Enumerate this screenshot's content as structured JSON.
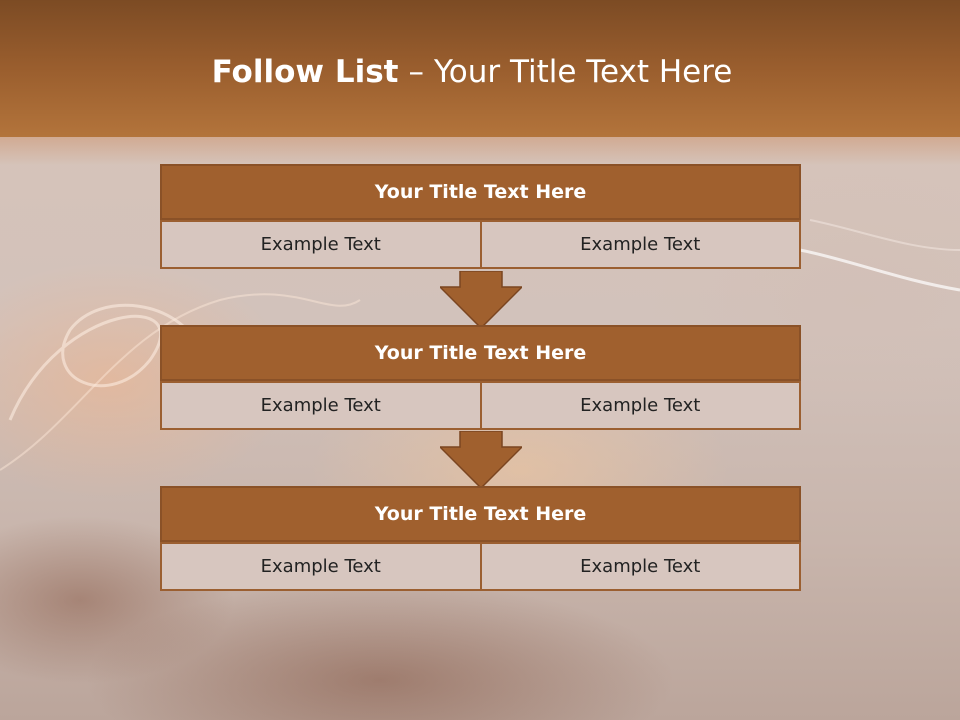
{
  "slide": {
    "title_bold": "Follow List",
    "title_separator": "–",
    "title_rest": "Your Title Text Here"
  },
  "blocks": [
    {
      "title": "Your Title Text Here",
      "cells": [
        "Example Text",
        "Example Text"
      ]
    },
    {
      "title": "Your Title Text Here",
      "cells": [
        "Example Text",
        "Example Text"
      ]
    },
    {
      "title": "Your Title Text Here",
      "cells": [
        "Example Text",
        "Example Text"
      ]
    }
  ],
  "colors": {
    "header": "#9a5e2e",
    "block_title": "#a0602e",
    "cell_fill": "#d7c6bf",
    "arrow": "#a0602e"
  }
}
